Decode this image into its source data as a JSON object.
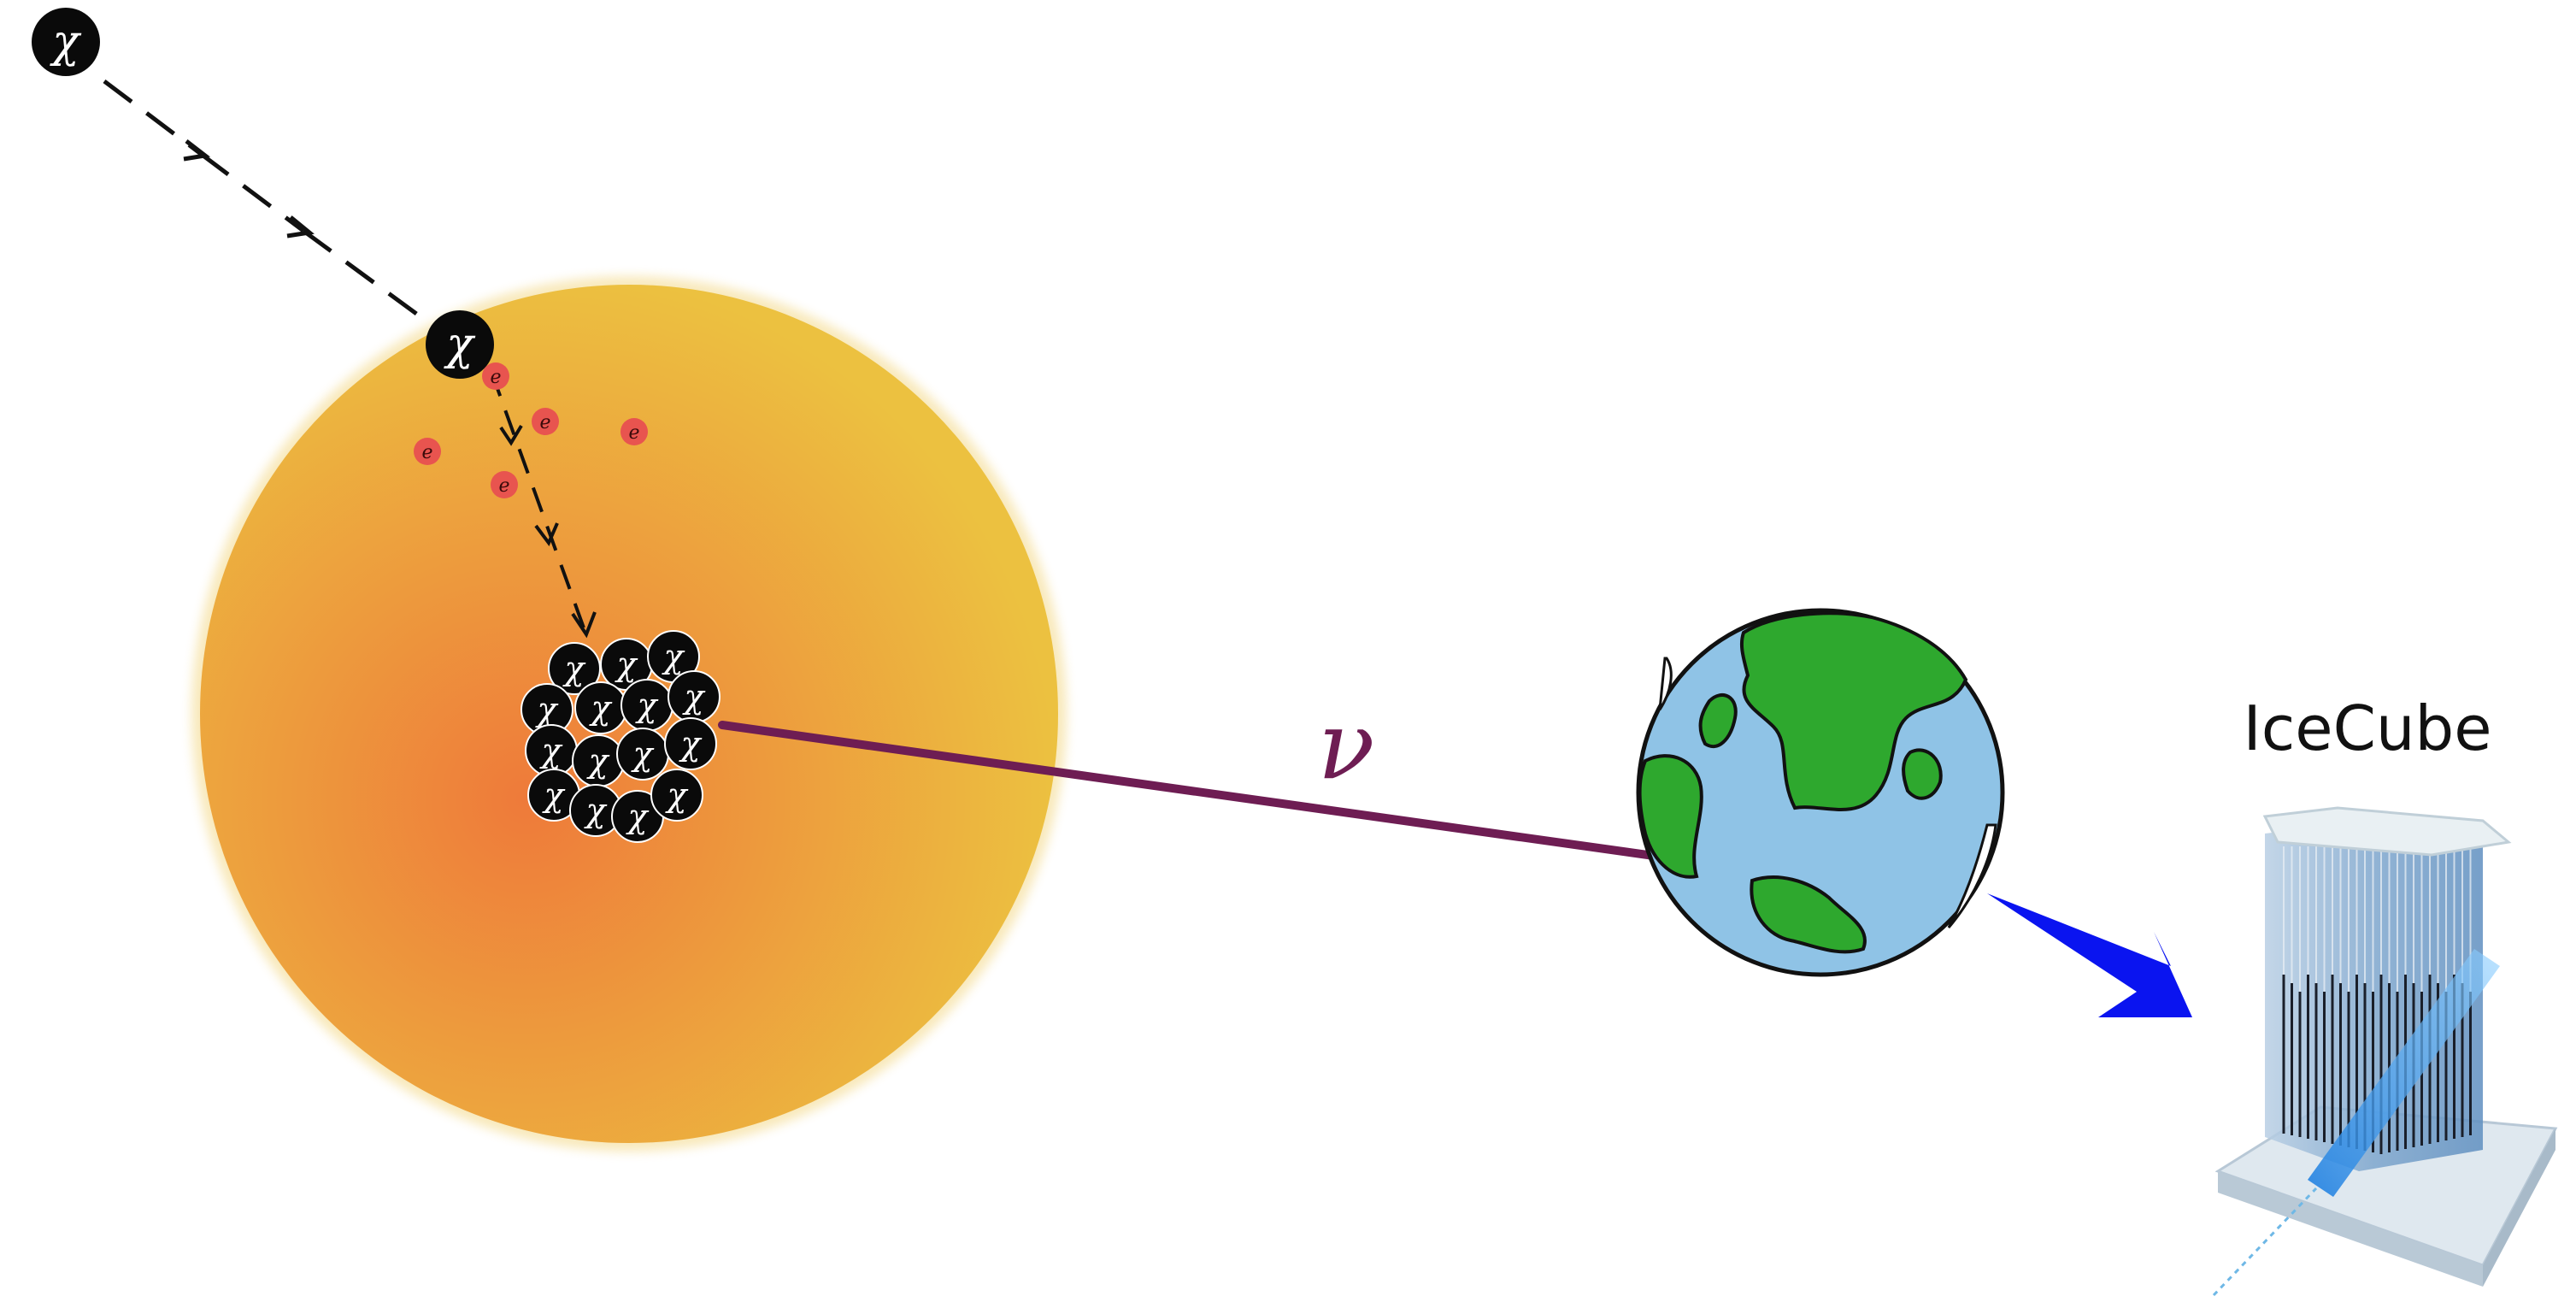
{
  "particles": {
    "dark_matter_symbol": "χ",
    "electron_symbol": "e",
    "neutrino_symbol": "ν"
  },
  "labels": {
    "detector": "IceCube"
  },
  "colors": {
    "sun_outer": "#ecc140",
    "sun_core": "#ee7a3a",
    "dark_matter": "#0a0a0a",
    "electron": "#e8544f",
    "neutrino_path": "#6e1d53",
    "ocean": "#8fc3e6",
    "land": "#2ea82e",
    "pointer_arrow": "#0a14f0"
  }
}
